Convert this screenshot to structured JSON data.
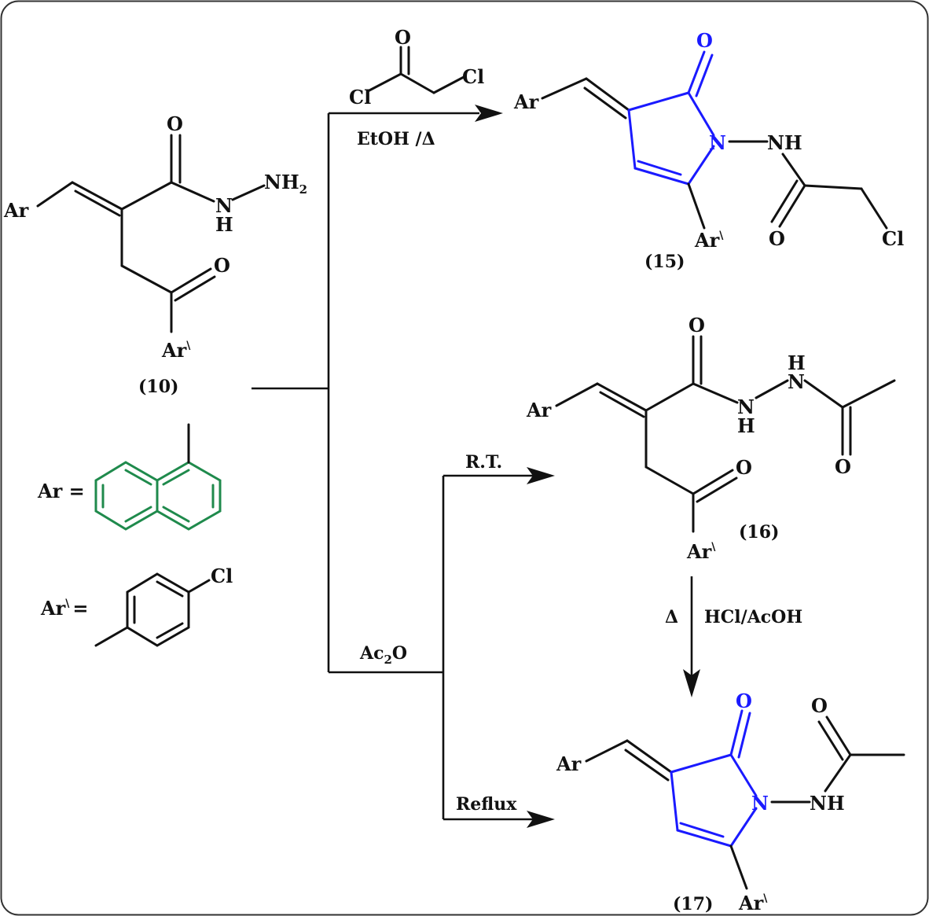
{
  "compounds": {
    "c10": "(10)",
    "c15": "(15)",
    "c16": "(16)",
    "c17": "(17)"
  },
  "atoms": {
    "ar": "Ar",
    "ar_prime": "Ar",
    "prime_mark": "\\",
    "o": "O",
    "n": "N",
    "nh": "NH",
    "h": "H",
    "nh2_main": "NH",
    "nh2_sub": "2",
    "cl": "Cl"
  },
  "legend": {
    "ar_def": "Ar =",
    "ar_prime_def": "Ar",
    "ar_prime_eq": "="
  },
  "conditions": {
    "reagent_15_cl1": "Cl",
    "reagent_15_cl2": "Cl",
    "reagent_15_o": "O",
    "solvent_15": "EtOH /Δ",
    "rt": "R.T.",
    "ac2o_main": "Ac",
    "ac2o_sub": "2",
    "ac2o_o": "O",
    "reflux": "Reflux",
    "delta": "Δ",
    "acid": "HCl/AcOH"
  },
  "colors": {
    "ring_highlight": "#1a1aff",
    "naphthyl": "#1f8a4c",
    "bonds": "#111111"
  }
}
